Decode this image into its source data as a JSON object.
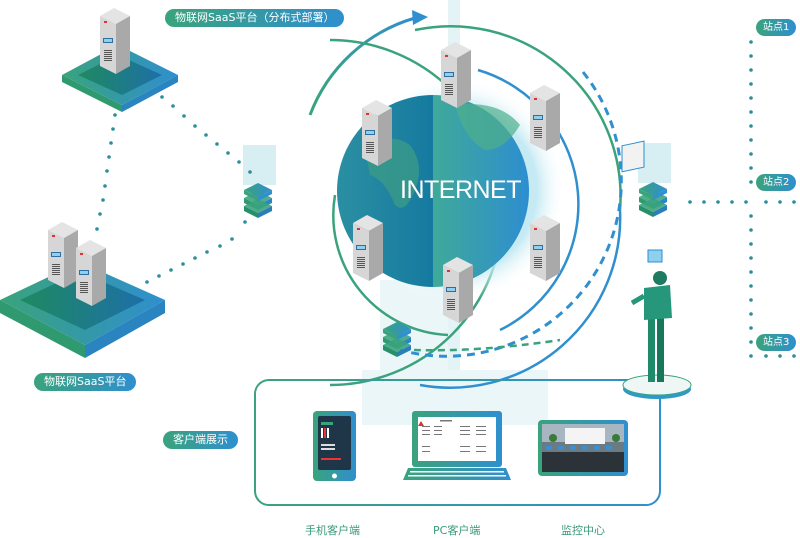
{
  "labels": {
    "distributed_platform": "物联网SaaS平台（分布式部署）",
    "saas_platform": "物联网SaaS平台",
    "internet": "INTERNET",
    "client_display": "客户端展示",
    "stations": [
      "站点1",
      "站点2",
      "站点3"
    ],
    "clients": [
      "手机客户端",
      "PC客户端",
      "监控中心"
    ]
  },
  "icons": {
    "server": "server-icon",
    "globe": "globe-icon",
    "gateway": "gateway-stack-icon",
    "person": "operator-person-icon",
    "phone": "mobile-phone-icon",
    "laptop": "laptop-icon",
    "monitor": "monitoring-center-icon"
  },
  "colors": {
    "green": "#3aa37c",
    "blue": "#2f8fcf",
    "teal_dots": "#2a8f9a",
    "server_gray": "#c9c9c9"
  }
}
